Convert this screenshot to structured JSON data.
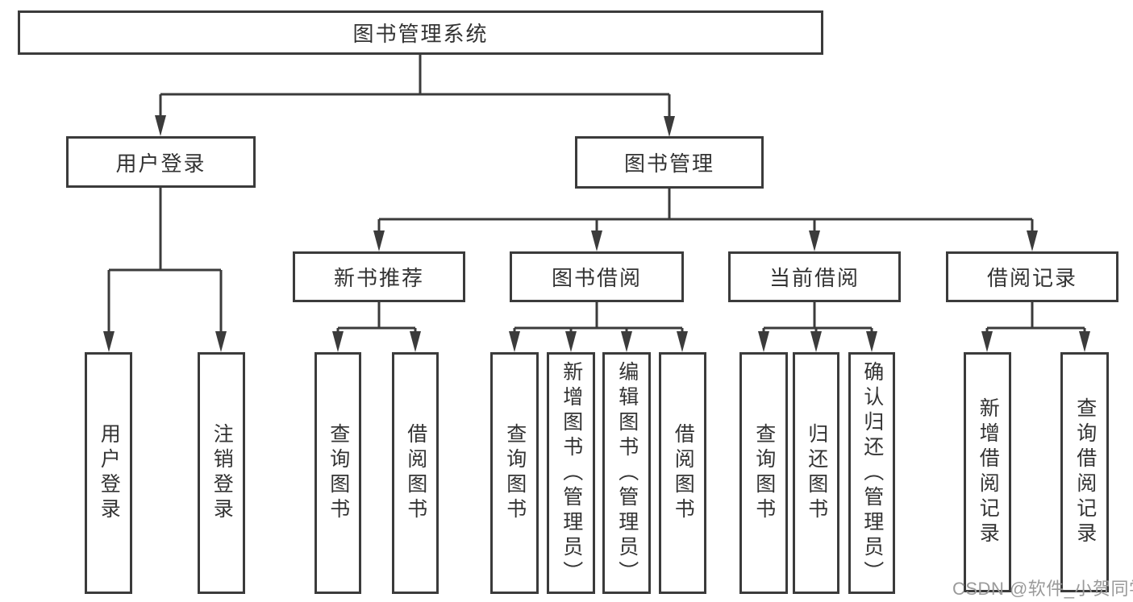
{
  "tree": {
    "root": {
      "label": "图书管理系统",
      "children": [
        {
          "label": "用户登录",
          "children": [
            {
              "label": "用户登录"
            },
            {
              "label": "注销登录"
            }
          ]
        },
        {
          "label": "图书管理",
          "children": [
            {
              "label": "新书推荐",
              "children": [
                {
                  "label": "查询图书"
                },
                {
                  "label": "借阅图书"
                }
              ]
            },
            {
              "label": "图书借阅",
              "children": [
                {
                  "label": "查询图书"
                },
                {
                  "label": "新增图书（管理员）"
                },
                {
                  "label": "编辑图书（管理员）"
                },
                {
                  "label": "借阅图书"
                }
              ]
            },
            {
              "label": "当前借阅",
              "children": [
                {
                  "label": "查询图书"
                },
                {
                  "label": "归还图书"
                },
                {
                  "label": "确认归还（管理员）"
                }
              ]
            },
            {
              "label": "借阅记录",
              "children": [
                {
                  "label": "新增借阅记录"
                },
                {
                  "label": "查询借阅记录"
                }
              ]
            }
          ]
        }
      ]
    }
  },
  "watermark": {
    "text": "CSDN @软件_小贺同学"
  },
  "colors": {
    "line": "#3b3b3b",
    "text": "#333333",
    "watermark": "#9a9a9a",
    "background": "#ffffff"
  }
}
